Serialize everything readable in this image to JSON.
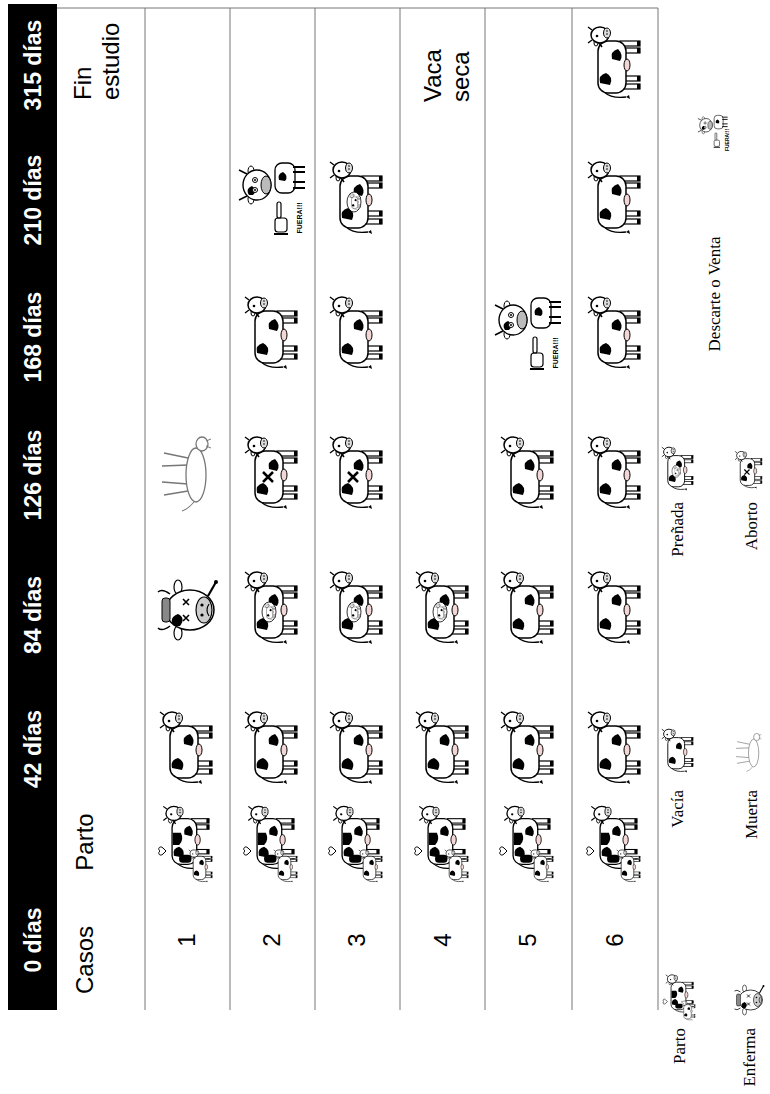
{
  "diagram": {
    "nodes": [
      {
        "text": [
          "0 días",
          "42 días",
          "84 días",
          "126 días",
          "168 días",
          "210 días",
          "315 días"
        ]
      }
    ],
    "labels": [
      "Casos",
      "Parto",
      "Fin estudio",
      "1",
      "2",
      "3",
      "4",
      "5",
      "6",
      "Vaca seca",
      "FUERA!!!",
      "FUERA!!!",
      "FUERA!!!"
    ],
    "legend": [
      {
        "text": "Parto"
      },
      {
        "text": "Enferma"
      },
      {
        "text": "Vacía"
      },
      {
        "text": "Muerta"
      },
      {
        "text": "Preñada"
      },
      {
        "text": "Aborto"
      },
      {
        "text": "Descarte o Venta"
      }
    ]
  }
}
